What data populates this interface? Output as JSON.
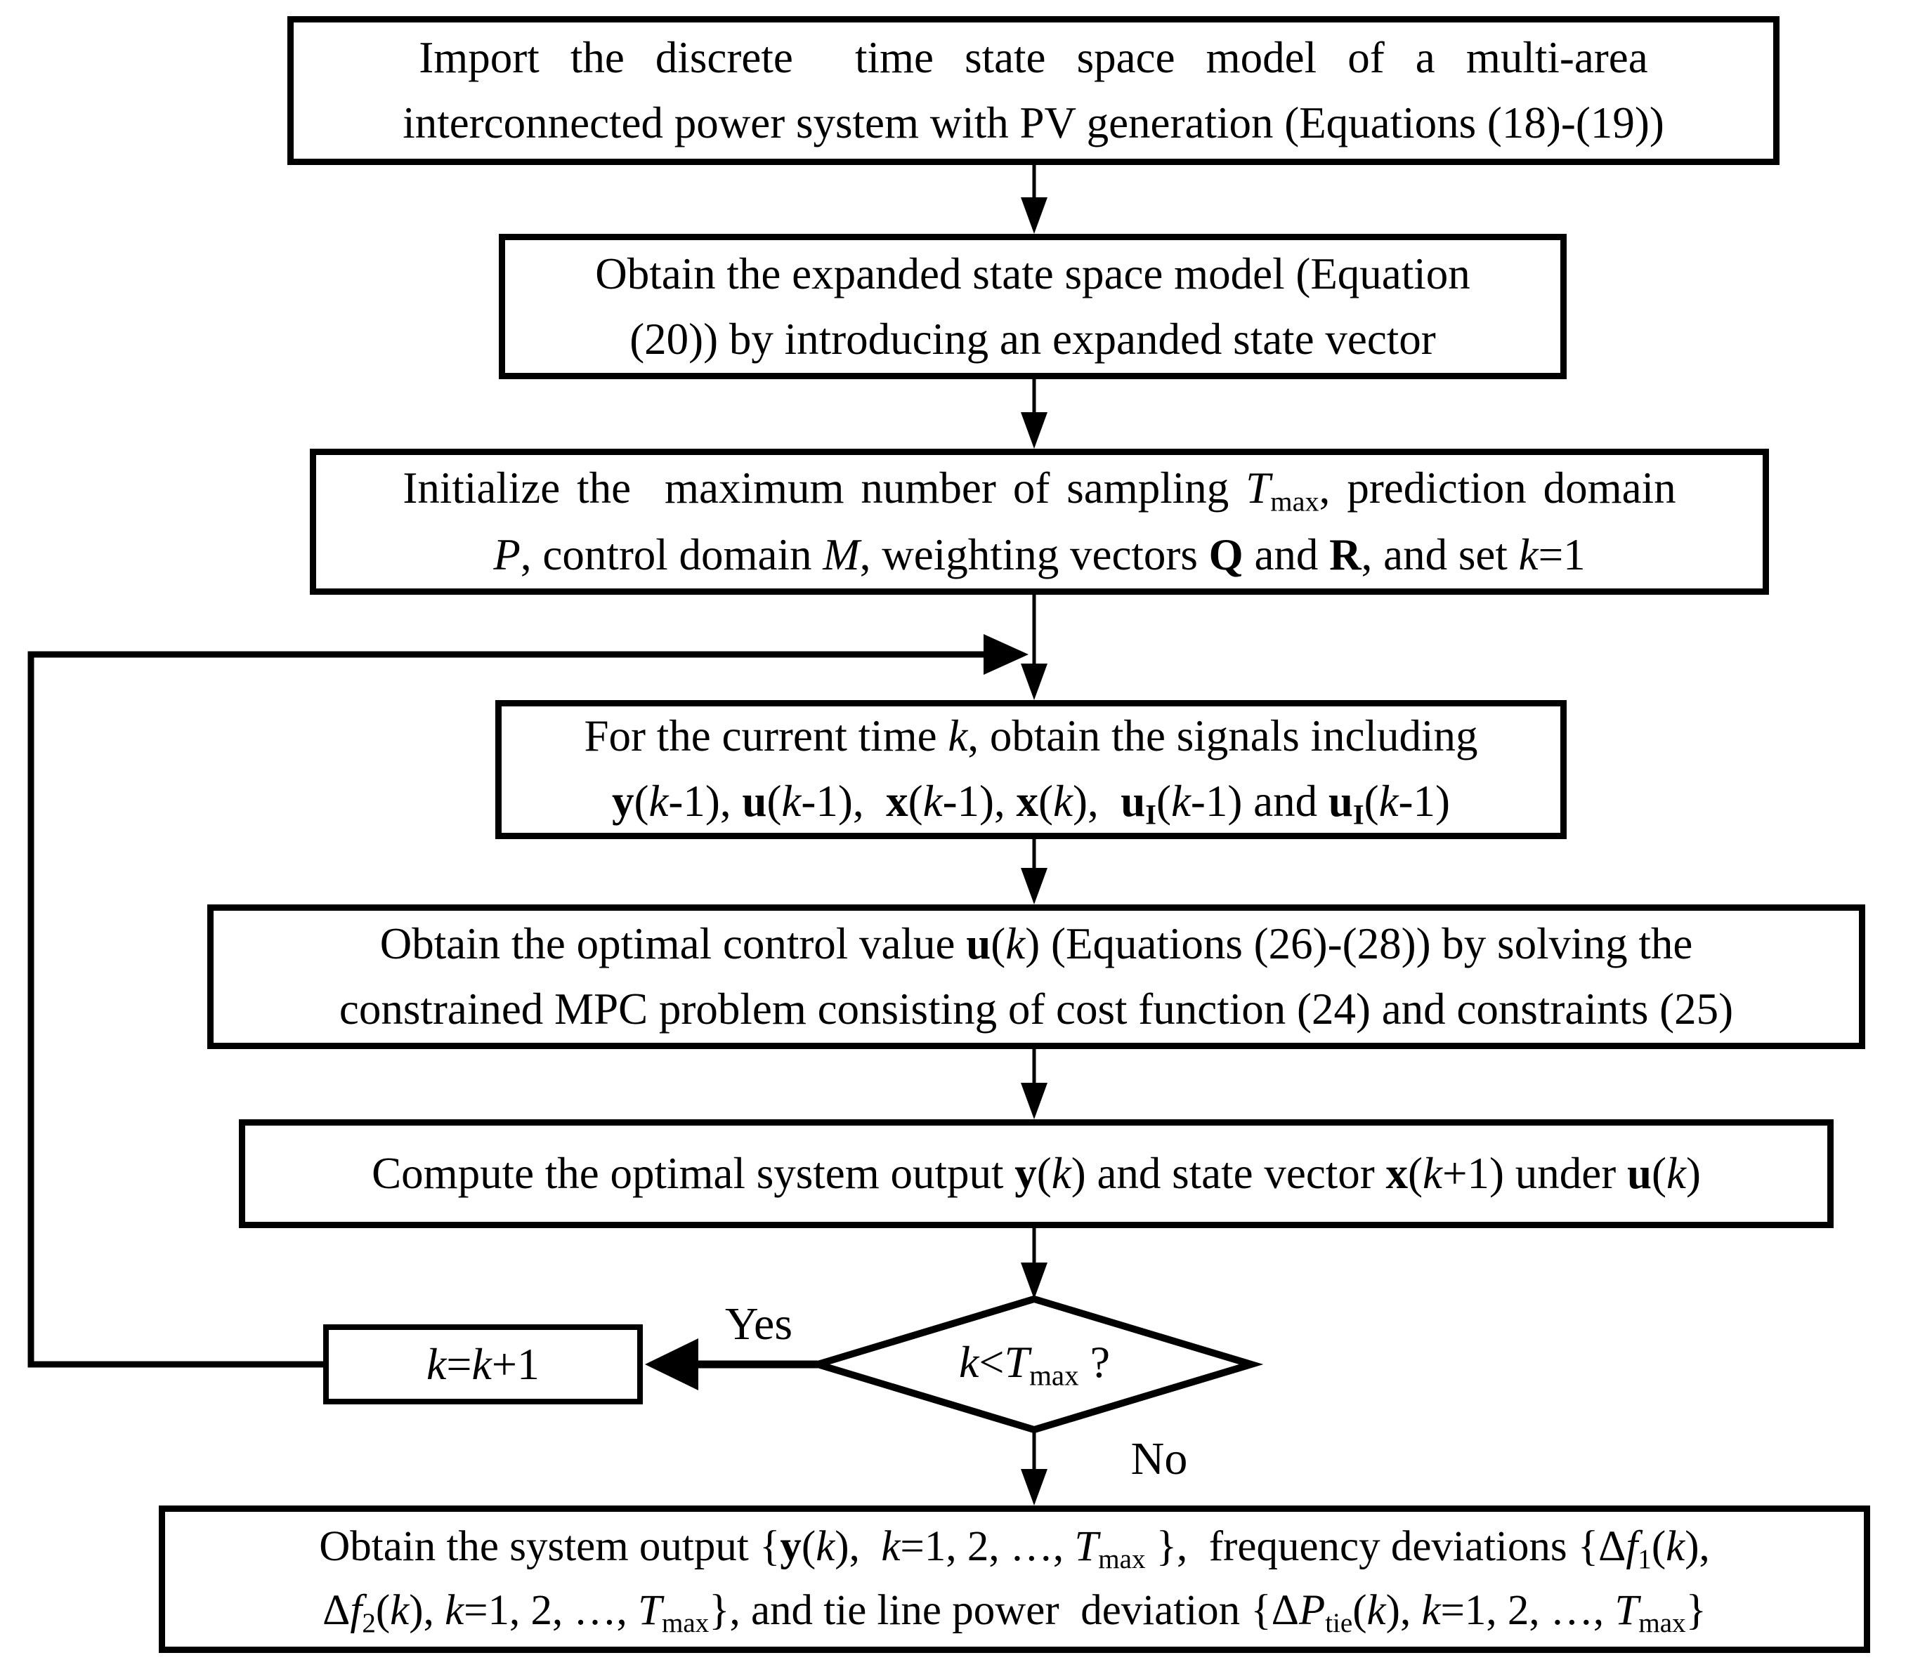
{
  "background": "#ffffff",
  "ink": "#000000",
  "nodes": {
    "import": {
      "type": "process",
      "lines": [
        [
          [
            "",
            "Import the discrete  time state space model of a multi-area"
          ]
        ],
        [
          [
            "",
            "interconnected power system with PV generation (Equations (18)-(19))"
          ]
        ]
      ]
    },
    "expand": {
      "type": "process",
      "lines": [
        [
          [
            "",
            "Obtain the expanded state space model (Equation"
          ]
        ],
        [
          [
            "",
            "(20)) by introducing an expanded state vector"
          ]
        ]
      ]
    },
    "initialize": {
      "type": "process",
      "lines": [
        [
          [
            "",
            "Initialize the  maximum number of sampling "
          ],
          [
            "i",
            "T"
          ],
          [
            "s",
            "max"
          ],
          [
            "",
            ", prediction domain"
          ]
        ],
        [
          [
            "i",
            "P"
          ],
          [
            "",
            ", control domain "
          ],
          [
            "i",
            "M"
          ],
          [
            "",
            ", weighting vectors "
          ],
          [
            "b",
            "Q"
          ],
          [
            "",
            " and "
          ],
          [
            "b",
            "R"
          ],
          [
            "",
            ", and set "
          ],
          [
            "i",
            "k"
          ],
          [
            "",
            "=1"
          ]
        ]
      ]
    },
    "signals": {
      "type": "process",
      "lines": [
        [
          [
            "",
            "For the current time "
          ],
          [
            "i",
            "k"
          ],
          [
            "",
            ", obtain the signals including"
          ]
        ],
        [
          [
            "b",
            "y"
          ],
          [
            "",
            "("
          ],
          [
            "i",
            "k"
          ],
          [
            "",
            "-1), "
          ],
          [
            "b",
            "u"
          ],
          [
            "",
            "("
          ],
          [
            "i",
            "k"
          ],
          [
            "",
            "-1),  "
          ],
          [
            "b",
            "x"
          ],
          [
            "",
            "("
          ],
          [
            "i",
            "k"
          ],
          [
            "",
            "-1), "
          ],
          [
            "b",
            "x"
          ],
          [
            "",
            "("
          ],
          [
            "i",
            "k"
          ],
          [
            "",
            "),  "
          ],
          [
            "b",
            "u"
          ],
          [
            "bs",
            "I"
          ],
          [
            "",
            "("
          ],
          [
            "i",
            "k"
          ],
          [
            "",
            "-1) and "
          ],
          [
            "b",
            "u"
          ],
          [
            "bs",
            "I"
          ],
          [
            "",
            "("
          ],
          [
            "i",
            "k"
          ],
          [
            "",
            "-1)"
          ]
        ]
      ]
    },
    "optimize": {
      "type": "process",
      "lines": [
        [
          [
            "",
            "Obtain the optimal control value "
          ],
          [
            "b",
            "u"
          ],
          [
            "",
            "("
          ],
          [
            "i",
            "k"
          ],
          [
            "",
            ") (Equations (26)-(28)) by solving the"
          ]
        ],
        [
          [
            "",
            "constrained MPC problem consisting of cost function (24) and constraints (25)"
          ]
        ]
      ]
    },
    "compute": {
      "type": "process",
      "lines": [
        [
          [
            "",
            "Compute the optimal system output "
          ],
          [
            "b",
            "y"
          ],
          [
            "",
            "("
          ],
          [
            "i",
            "k"
          ],
          [
            "",
            ") and state vector "
          ],
          [
            "b",
            "x"
          ],
          [
            "",
            "("
          ],
          [
            "i",
            "k"
          ],
          [
            "",
            "+1) under "
          ],
          [
            "b",
            "u"
          ],
          [
            "",
            "("
          ],
          [
            "i",
            "k"
          ],
          [
            "",
            ")"
          ]
        ]
      ]
    },
    "decision": {
      "type": "decision",
      "lines": [
        [
          [
            "i",
            "k"
          ],
          [
            "",
            "<"
          ],
          [
            "i",
            "T"
          ],
          [
            "s",
            "max"
          ],
          [
            "",
            " ?"
          ]
        ]
      ]
    },
    "increment": {
      "type": "process",
      "lines": [
        [
          [
            "i",
            "k"
          ],
          [
            "",
            "="
          ],
          [
            "i",
            "k"
          ],
          [
            "",
            "+1"
          ]
        ]
      ]
    },
    "output": {
      "type": "process",
      "lines": [
        [
          [
            "",
            "Obtain the system output {"
          ],
          [
            "b",
            "y"
          ],
          [
            "",
            "("
          ],
          [
            "i",
            "k"
          ],
          [
            "",
            "),  "
          ],
          [
            "i",
            "k"
          ],
          [
            "",
            "=1, 2, …, "
          ],
          [
            "i",
            "T"
          ],
          [
            "s",
            "max"
          ],
          [
            "",
            " },  frequency deviations {Δ"
          ],
          [
            "i",
            "f"
          ],
          [
            "s",
            "1"
          ],
          [
            "",
            "("
          ],
          [
            "i",
            "k"
          ],
          [
            "",
            "),"
          ]
        ],
        [
          [
            "",
            "Δ"
          ],
          [
            "i",
            "f"
          ],
          [
            "s",
            "2"
          ],
          [
            "",
            "("
          ],
          [
            "i",
            "k"
          ],
          [
            "",
            "), "
          ],
          [
            "i",
            "k"
          ],
          [
            "",
            "=1, 2, …, "
          ],
          [
            "i",
            "T"
          ],
          [
            "s",
            "max"
          ],
          [
            "",
            "}, and tie line power  deviation {Δ"
          ],
          [
            "i",
            "P"
          ],
          [
            "s",
            "tie"
          ],
          [
            "",
            "("
          ],
          [
            "i",
            "k"
          ],
          [
            "",
            "), "
          ],
          [
            "i",
            "k"
          ],
          [
            "",
            "=1, 2, …, "
          ],
          [
            "i",
            "T"
          ],
          [
            "s",
            "max"
          ],
          [
            "",
            "}"
          ]
        ]
      ]
    }
  },
  "edge_labels": {
    "yes": "Yes",
    "no": "No"
  }
}
